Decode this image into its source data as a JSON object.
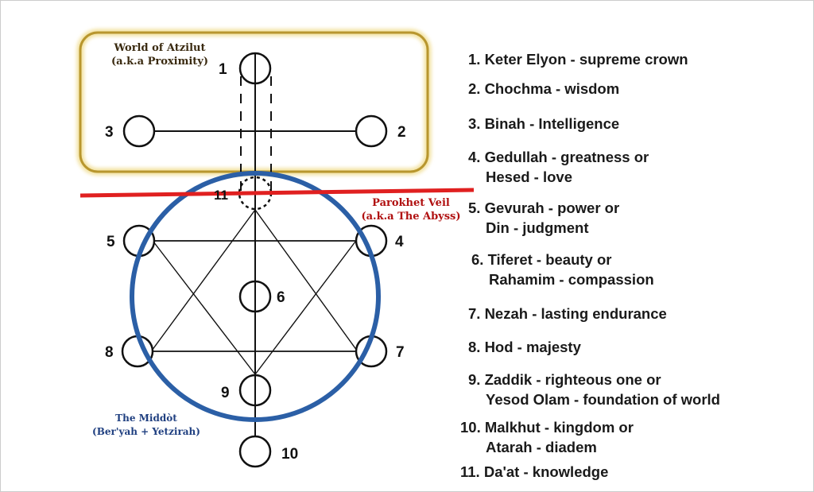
{
  "diagram": {
    "atzilut": {
      "title": "World of Atzilut",
      "subtitle": "(a.k.a Proximity)"
    },
    "veil": {
      "title": "Parokhet Veil",
      "subtitle": "(a.k.a The Abyss)"
    },
    "middot": {
      "title": "The Middòt",
      "subtitle": "(Ber'yah + Yetzirah)"
    },
    "node_labels": [
      "1",
      "2",
      "3",
      "4",
      "5",
      "6",
      "7",
      "8",
      "9",
      "10",
      "11"
    ],
    "colors": {
      "gold": "#b8962e",
      "blue": "#2b5fa6",
      "red": "#e02020",
      "veil_text": "#b01010",
      "middot_text": "#1f3f80"
    }
  },
  "legend": [
    {
      "line1": "1. Keter Elyon - supreme  crown"
    },
    {
      "line1": "2. Chochma - wisdom"
    },
    {
      "line1": "3. Binah - Intelligence"
    },
    {
      "line1": "4. Gedullah - greatness or",
      "line2": "Hesed - love"
    },
    {
      "line1": "5. Gevurah - power or",
      "line2": "Din - judgment"
    },
    {
      "line1": "6. Tiferet - beauty or",
      "line2": "Rahamim - compassion"
    },
    {
      "line1": "7. Nezah - lasting endurance"
    },
    {
      "line1": "8. Hod - majesty"
    },
    {
      "line1": "9. Zaddik - righteous one or",
      "line2": "Yesod Olam - foundation of world"
    },
    {
      "line1": "10. Malkhut - kingdom or",
      "line2": "Atarah - diadem"
    },
    {
      "line1": "11. Da'at - knowledge"
    }
  ]
}
